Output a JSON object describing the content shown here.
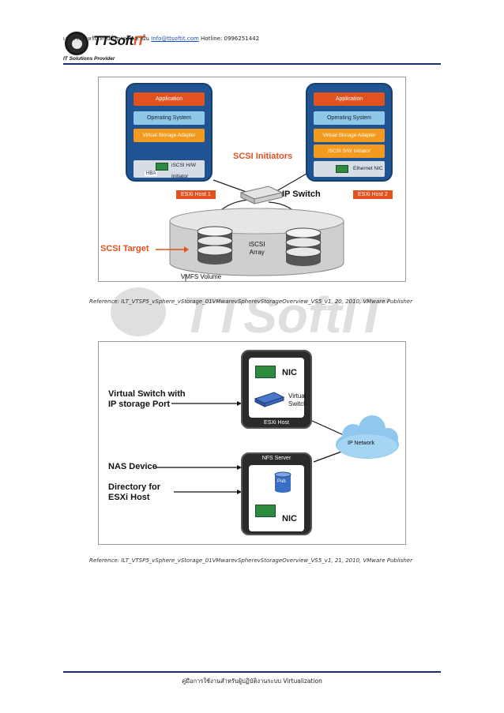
{
  "header": {
    "logo_text_prefix": "TTSoft",
    "logo_text_accent": "IT",
    "tagline": "IT Solutions Provider",
    "notice": "เอกสารสำหรับเทรนนิ่งภายในเท่านั้น",
    "email": "Info@ttsoftit.com",
    "hotline": "Hotline: 0996251442"
  },
  "diagram1": {
    "left_host": {
      "layers": [
        "Application",
        "Operating System",
        "Virtual Storage Adapter"
      ],
      "hba_layer": "iSCSI H/W Initiator",
      "hba_tag": "HBA",
      "label": "ESXi Host 1"
    },
    "right_host": {
      "layers": [
        "Application",
        "Operating System",
        "Virtual Storage Adapter",
        "iSCSI S/W Initiator"
      ],
      "nic_layer": "Ethernet NIC",
      "label": "ESXi Host 2"
    },
    "scsi_initiators": "SCSI Initiators",
    "ip_switch": "IP Switch",
    "scsi_target": "SCSI Target",
    "array_label_line1": "iSCSI",
    "array_label_line2": "Array",
    "vmfs_volume": "VMFS Volume"
  },
  "reference1": "Reference: ILT_VTSP5_vSphere_vStorage_01VMwarevSpherevStorageOverview_VS5_v1, 20, 2010, VMware Publisher",
  "diagram2": {
    "vswitch_label_line1": "Virtual Switch with",
    "vswitch_label_line2": "IP storage Port",
    "nas_device": "NAS Device",
    "directory_line1": "Directory for",
    "directory_line2": "ESXi Host",
    "esxi_host": "ESXi Host",
    "nic_top": "NIC",
    "virtual_switch_line1": "Virtual",
    "virtual_switch_line2": "Switch",
    "nfs_server": "NFS Server",
    "pub": "Pub",
    "nic_bottom": "NIC",
    "ip_network": "IP Network"
  },
  "reference2": "Reference: ILT_VTSP5_vSphere_vStorage_01VMwarevSpherevStorageOverview_VS5_v1, 21, 2010, VMware Publisher",
  "footer": "คู่มือการใช้งานสำหรับผู้ปฏิบัติงานระบบ Virtualization",
  "colors": {
    "accent_orange": "#e2521f",
    "host_blue": "#1f5391",
    "rule_navy": "#1d2d6b"
  }
}
